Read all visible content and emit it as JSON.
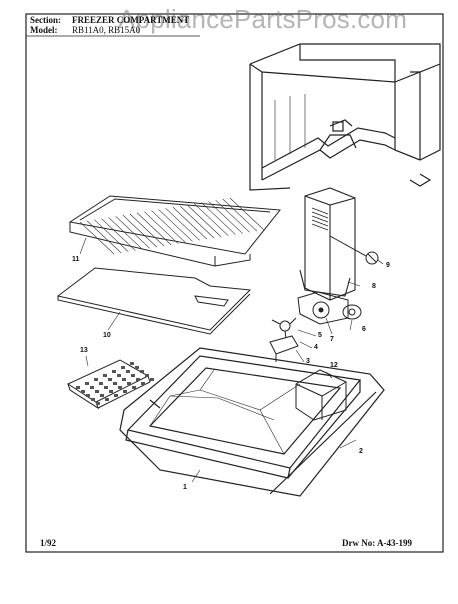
{
  "header": {
    "section_label": "Section:",
    "section_value": "FREEZER COMPARTMENT",
    "model_label": "Model:",
    "model_value": "RB11A0, RB15A0"
  },
  "watermark": "AppliancePartsPros.com",
  "footer": {
    "date": "1/92",
    "drawing_number": "Drw No: A-43-199"
  },
  "callouts": [
    "1",
    "2",
    "3",
    "4",
    "5",
    "6",
    "7",
    "8",
    "9",
    "10",
    "11",
    "12",
    "13"
  ]
}
